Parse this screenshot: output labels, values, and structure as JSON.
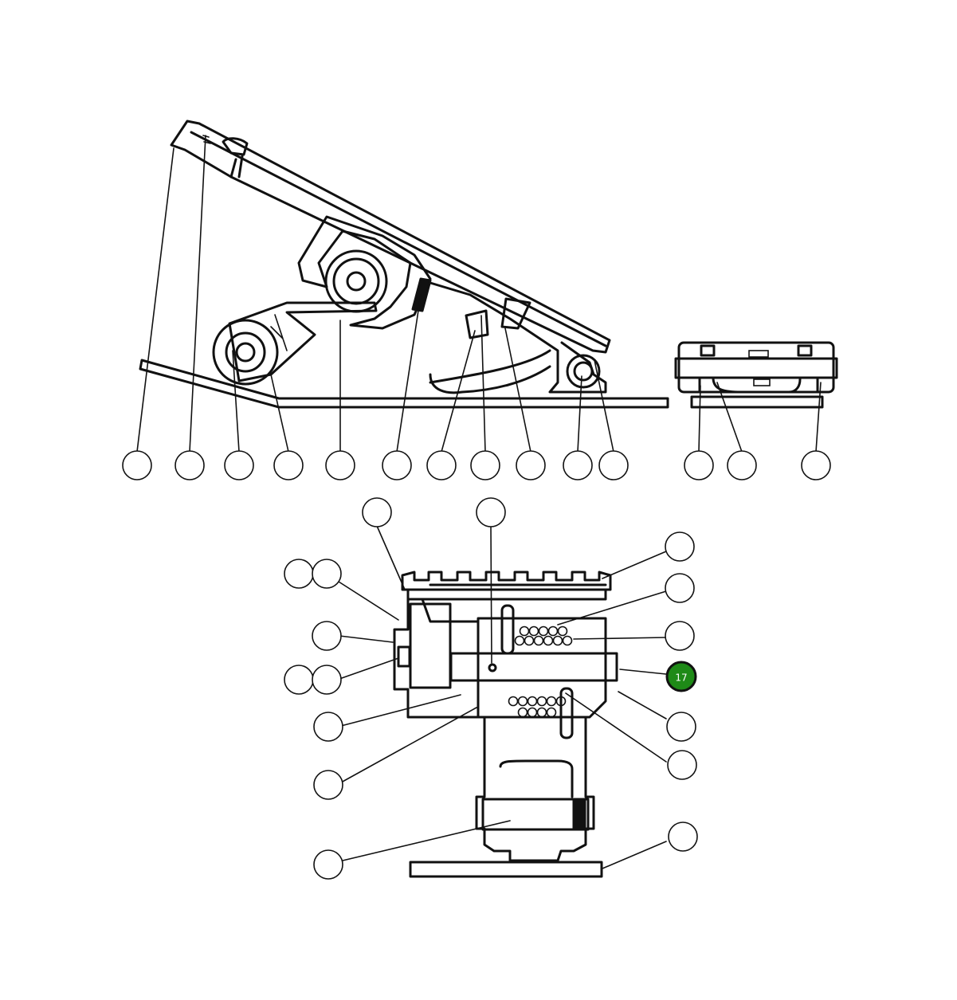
{
  "diagram": {
    "highlight_color": "#1e8a17",
    "callouts": [
      {
        "id": "c1",
        "label": ""
      },
      {
        "id": "c2",
        "label": ""
      },
      {
        "id": "c3",
        "label": ""
      },
      {
        "id": "c4",
        "label": ""
      },
      {
        "id": "c5",
        "label": ""
      },
      {
        "id": "c6",
        "label": ""
      },
      {
        "id": "c7",
        "label": ""
      },
      {
        "id": "c8",
        "label": ""
      },
      {
        "id": "c9",
        "label": ""
      },
      {
        "id": "c10",
        "label": ""
      },
      {
        "id": "c11",
        "label": ""
      },
      {
        "id": "c12",
        "label": ""
      },
      {
        "id": "c13",
        "label": ""
      },
      {
        "id": "c14",
        "label": ""
      },
      {
        "id": "c15",
        "label": ""
      },
      {
        "id": "c16",
        "label": ""
      },
      {
        "id": "c17",
        "label": "17"
      }
    ]
  }
}
